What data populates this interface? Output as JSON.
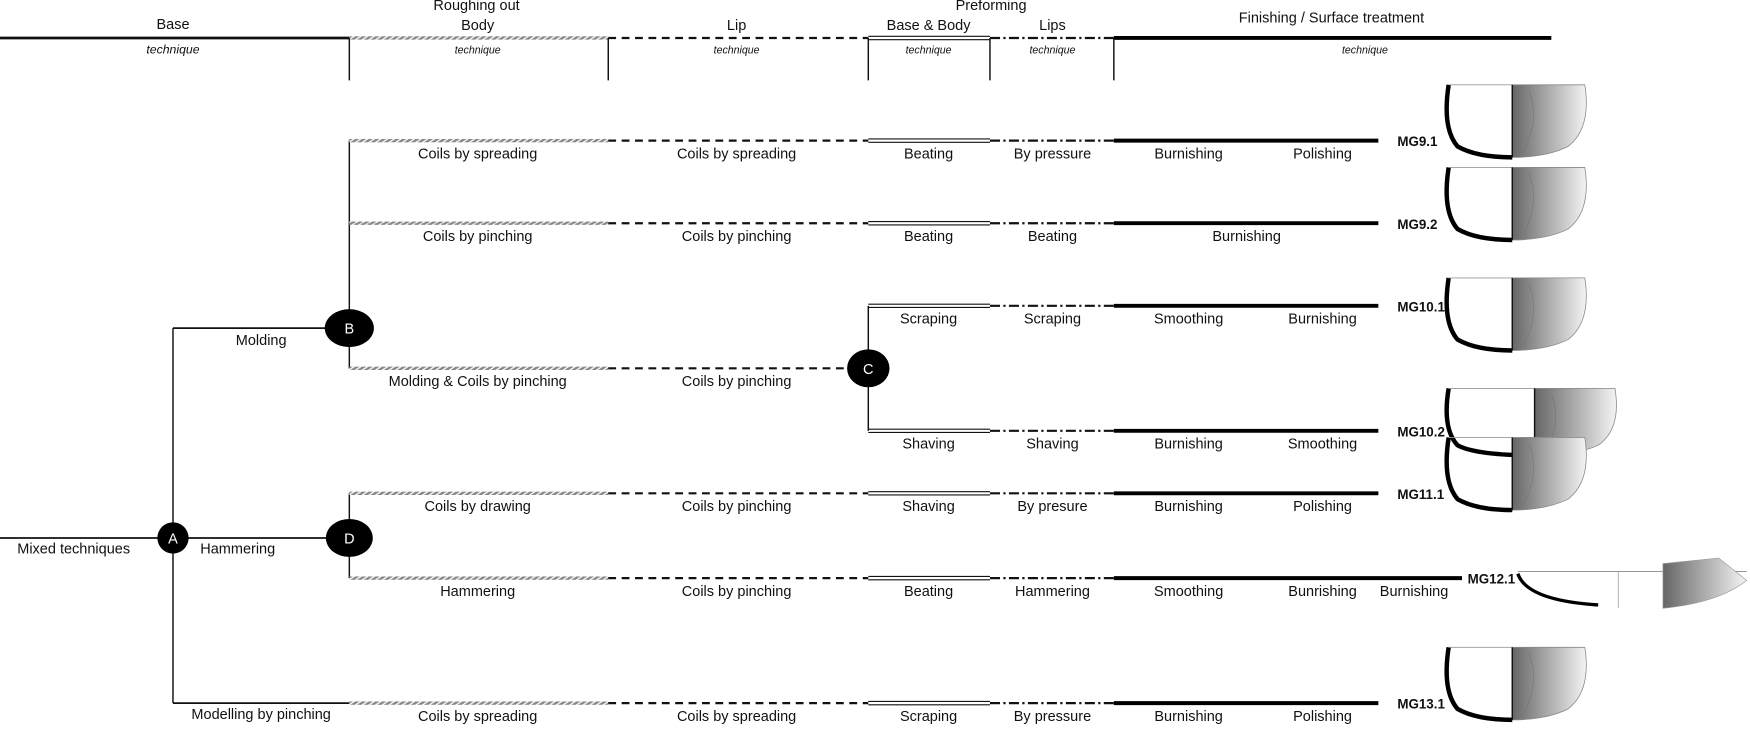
{
  "header": {
    "base": "Base",
    "roughing_out": "Roughing out",
    "body": "Body",
    "lip": "Lip",
    "preforming": "Preforming",
    "base_body": "Base & Body",
    "lips": "Lips",
    "finishing": "Finishing / Surface treatment",
    "technique": "technique"
  },
  "tree": {
    "root": "Mixed techniques",
    "nodes": {
      "a": "A",
      "b": "B",
      "c": "C",
      "d": "D"
    },
    "branches": {
      "molding": "Molding",
      "hammering": "Hammering",
      "modelling": "Modelling by pinching"
    },
    "c_branch": {
      "body": "Molding & Coils by pinching",
      "lip": "Coils by pinching"
    }
  },
  "rows": [
    {
      "code": "MG9.1",
      "body": "Coils by spreading",
      "lip": "Coils by spreading",
      "base_body": "Beating",
      "lips": "By pressure",
      "finishing": [
        "Burnishing",
        "Polishing"
      ]
    },
    {
      "code": "MG9.2",
      "body": "Coils by pinching",
      "lip": "Coils by pinching",
      "base_body": "Beating",
      "lips": "Beating",
      "finishing": [
        "Burnishing"
      ]
    },
    {
      "code": "MG10.1",
      "body": null,
      "lip": null,
      "base_body": "Scraping",
      "lips": "Scraping",
      "finishing": [
        "Smoothing",
        "Burnishing"
      ]
    },
    {
      "code": "MG10.2",
      "body": null,
      "lip": null,
      "base_body": "Shaving",
      "lips": "Shaving",
      "finishing": [
        "Burnishing",
        "Smoothing"
      ]
    },
    {
      "code": "MG11.1",
      "body": "Coils by drawing",
      "lip": "Coils by pinching",
      "base_body": "Shaving",
      "lips": "By presure",
      "finishing": [
        "Burnishing",
        "Polishing"
      ]
    },
    {
      "code": "MG12.1",
      "body": "Hammering",
      "lip": "Coils by pinching",
      "base_body": "Beating",
      "lips": "Hammering",
      "finishing": [
        "Smoothing",
        "Bunrishing",
        "Burnishing"
      ]
    },
    {
      "code": "MG13.1",
      "body": "Coils by spreading",
      "lip": "Coils by spreading",
      "base_body": "Scraping",
      "lips": "By pressure",
      "finishing": [
        "Burnishing",
        "Polishing"
      ]
    }
  ]
}
